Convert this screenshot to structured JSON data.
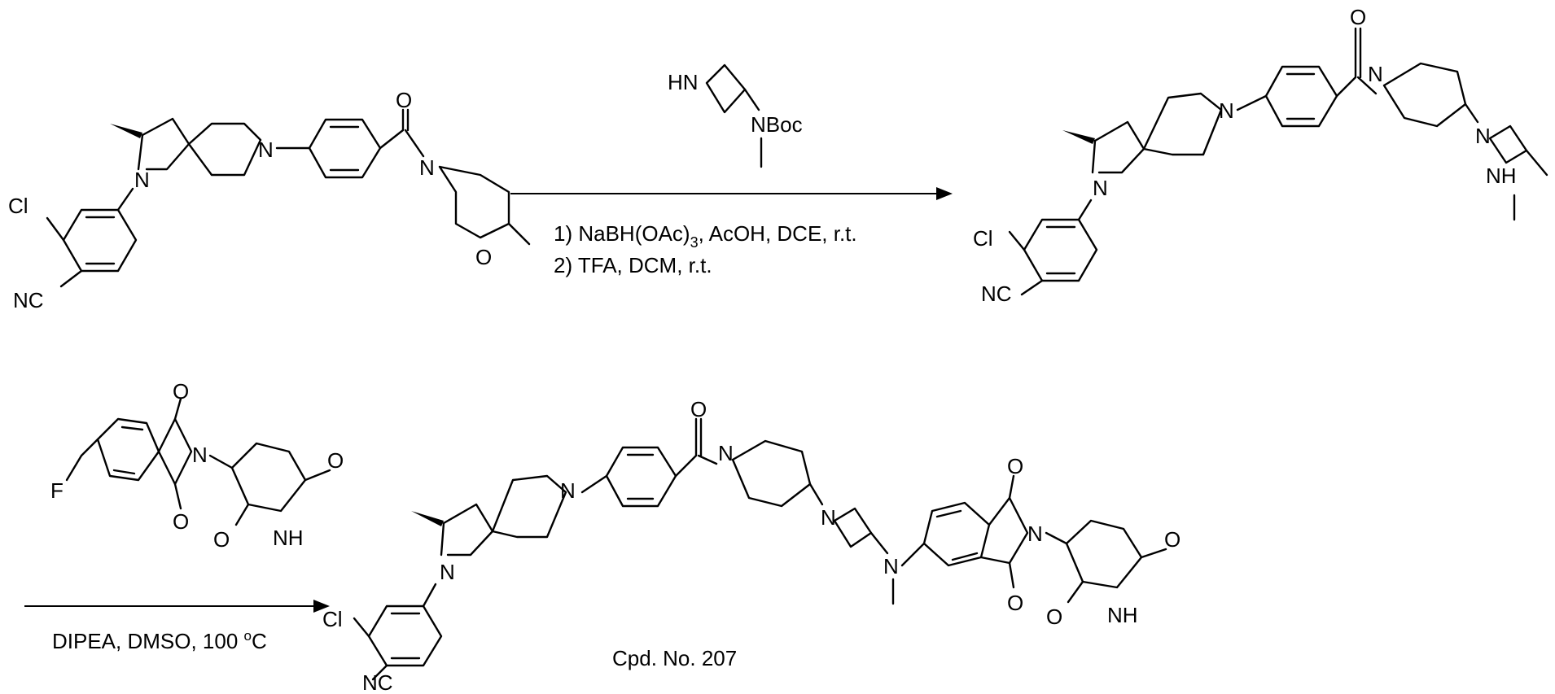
{
  "step1": {
    "reagent_amine": "HN",
    "reagent_nboc": "NBoc",
    "conditions_line1_prefix": "1) NaBH(OAc)",
    "conditions_line1_sub": "3",
    "conditions_line1_suffix": ", AcOH, DCE, r.t.",
    "conditions_line2": "2) TFA,  DCM, r.t."
  },
  "step2": {
    "reagent_fluoro": "F",
    "reagent_imide_nh": "H",
    "conditions_prefix": "DIPEA, DMSO, 100 ",
    "conditions_sup": "o",
    "conditions_suffix": "C"
  },
  "product_label": "Cpd. No. 207",
  "atoms": {
    "n": "N",
    "o": "O",
    "cl": "Cl",
    "nc": "NC",
    "nh": "NH",
    "n_methylamine_h": "H"
  }
}
